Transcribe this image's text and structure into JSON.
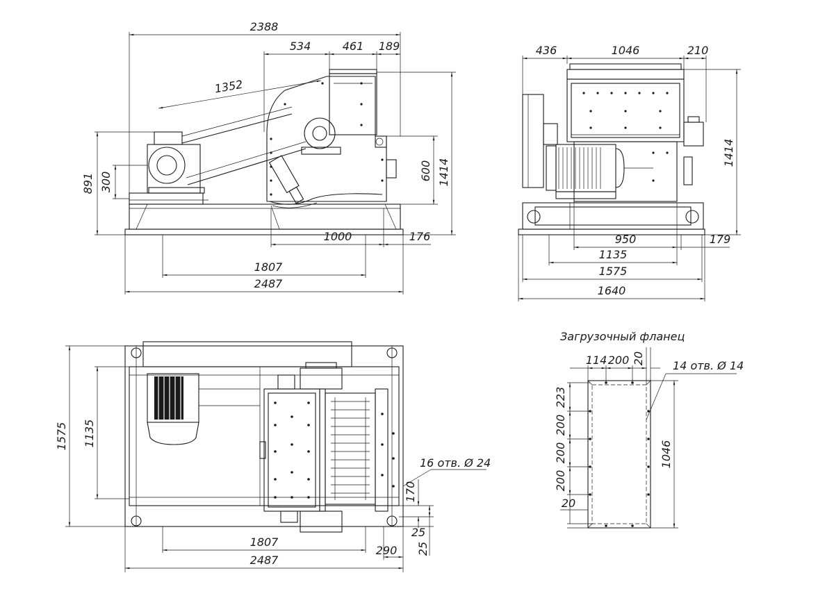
{
  "views": {
    "side": {
      "dims": {
        "overall_width": "2388",
        "seg_a": "534",
        "seg_b": "461",
        "seg_c": "189",
        "belt_length": "1352",
        "height_left": "891",
        "motor_height": "300",
        "rotor_height": "600",
        "total_height": "1414",
        "frame_1000": "1000",
        "offset_176": "176",
        "base_1807": "1807",
        "base_2487": "2487"
      }
    },
    "front": {
      "dims": {
        "left_436": "436",
        "width_1046": "1046",
        "right_210": "210",
        "height_1414": "1414",
        "frame_950": "950",
        "offset_179": "179",
        "frame_1135": "1135",
        "frame_1575": "1575",
        "overall_1640": "1640"
      }
    },
    "plan": {
      "dims": {
        "depth_1575": "1575",
        "depth_1135": "1135",
        "holes_note": "16 отв. Ø 24",
        "hole_170": "170",
        "hole_25_a": "25",
        "hole_25_b": "25",
        "hole_290": "290",
        "length_1807": "1807",
        "length_2487": "2487"
      }
    },
    "flange": {
      "title": "Загрузочный фланец",
      "dims": {
        "top_114": "114",
        "top_200": "200",
        "top_20": "20",
        "holes_note": "14 отв. Ø 14",
        "side_223": "223",
        "side_200_a": "200",
        "side_200_b": "200",
        "side_200_c": "200",
        "bottom_20": "20",
        "height_1046": "1046"
      }
    }
  }
}
